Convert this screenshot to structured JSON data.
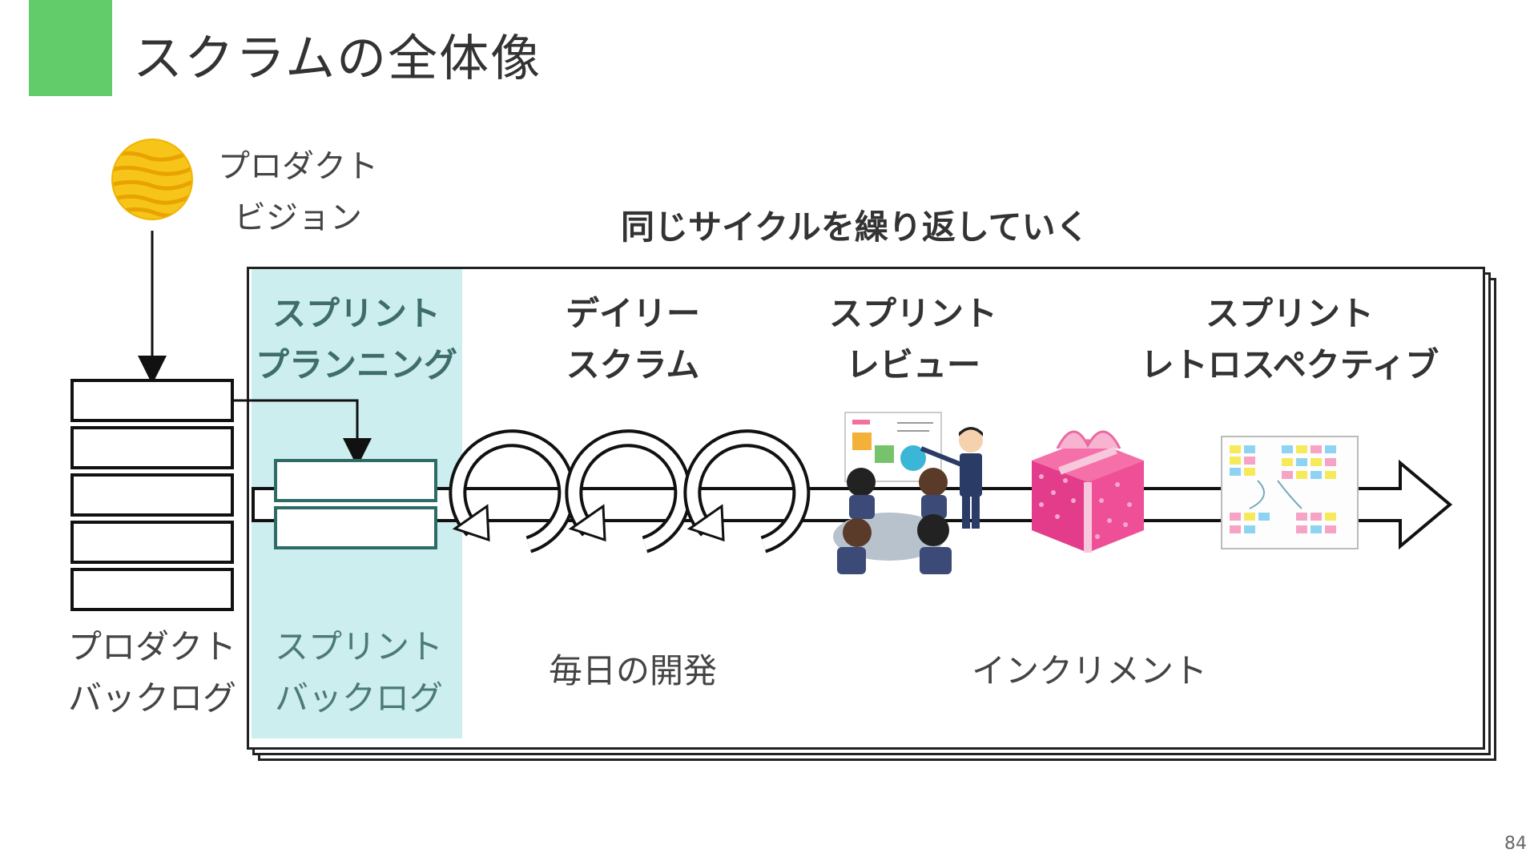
{
  "slide": {
    "title": "スクラムの全体像",
    "page_number": "84",
    "accent_color": "#62cc6b",
    "highlight_color": "#cdeeee"
  },
  "vision": {
    "label_line1": "プロダクト",
    "label_line2": "ビジョン",
    "icon": "sun-icon"
  },
  "cycle": {
    "label": "同じサイクルを繰り返していく"
  },
  "stages": {
    "planning": {
      "line1": "スプリント",
      "line2": "プランニング"
    },
    "daily": {
      "line1": "デイリー",
      "line2": "スクラム"
    },
    "review": {
      "line1": "スプリント",
      "line2": "レビュー",
      "icon": "presentation-meeting-icon"
    },
    "retro": {
      "line1": "スプリント",
      "line2": "レトロスペクティブ",
      "icon": "sticky-note-board-icon"
    }
  },
  "artifacts": {
    "product_backlog": {
      "line1": "プロダクト",
      "line2": "バックログ",
      "icon": "backlog-stack-icon"
    },
    "sprint_backlog": {
      "line1": "スプリント",
      "line2": "バックログ"
    },
    "daily_work": {
      "label": "毎日の開発",
      "icon": "loop-arrow-icon"
    },
    "increment": {
      "label": "インクリメント",
      "icon": "gift-box-icon"
    }
  }
}
